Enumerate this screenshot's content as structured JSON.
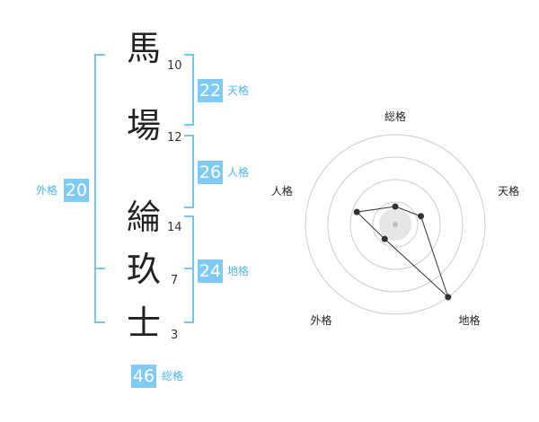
{
  "name_chars": [
    {
      "char": "馬",
      "strokes": "10"
    },
    {
      "char": "場",
      "strokes": "12"
    },
    {
      "char": "綸",
      "strokes": "14"
    },
    {
      "char": "玖",
      "strokes": "7"
    },
    {
      "char": "士",
      "strokes": "3"
    }
  ],
  "scores": {
    "tenkaku": {
      "value": "22",
      "label": "天格"
    },
    "jinkaku": {
      "value": "26",
      "label": "人格"
    },
    "chikaku": {
      "value": "24",
      "label": "地格"
    },
    "gaikaku": {
      "value": "20",
      "label": "外格"
    },
    "soukaku": {
      "value": "46",
      "label": "総格"
    }
  },
  "chart_data": {
    "type": "radar",
    "axes": [
      "総格",
      "天格",
      "地格",
      "外格",
      "人格"
    ],
    "values": [
      0.2,
      0.3,
      1.0,
      0.2,
      0.45
    ],
    "range": [
      0,
      1
    ],
    "rings": 4
  },
  "colors": {
    "accent": "#7fcbf4",
    "bracket": "#74c4ef",
    "label": "#4fb3ea"
  }
}
